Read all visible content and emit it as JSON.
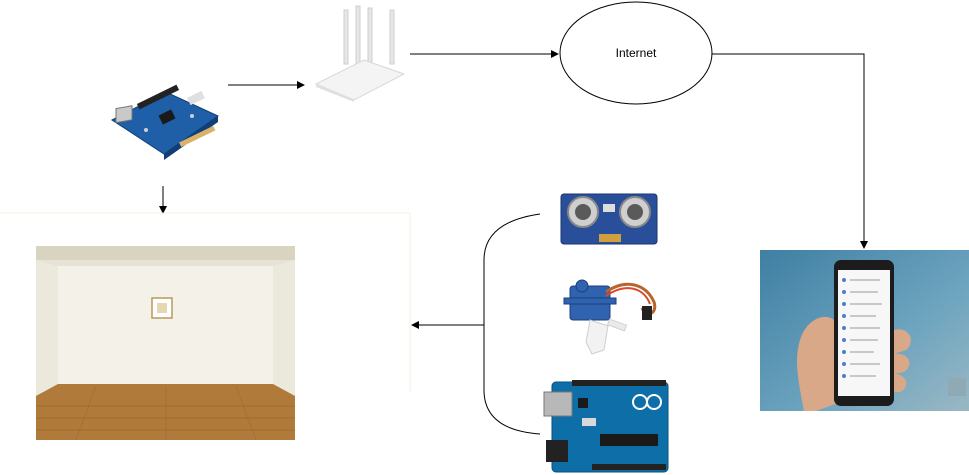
{
  "nodes": {
    "internet": {
      "label": "Internet"
    }
  },
  "edges": [
    {
      "from": "ethernet-shield",
      "to": "router"
    },
    {
      "from": "router",
      "to": "internet"
    },
    {
      "from": "internet",
      "to": "smartphone"
    },
    {
      "from": "ethernet-shield",
      "to": "room"
    },
    {
      "from": "sensor-group",
      "to": "room"
    }
  ],
  "colors": {
    "board_blue": "#1f5fa8",
    "board_dark": "#123e78",
    "router_white": "#f4f4f4",
    "floor_wood": "#b07a3a",
    "wall_white": "#f3f1e8",
    "phone_bg": "#4f8fb0",
    "servo_blue": "#2f63b0"
  }
}
